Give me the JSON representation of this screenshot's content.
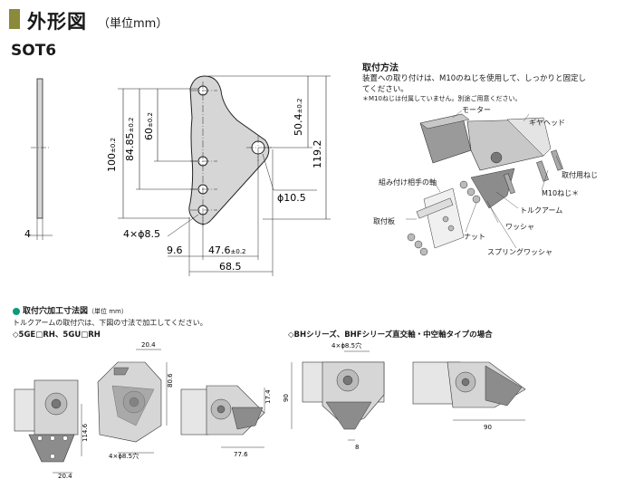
{
  "header": {
    "title": "外形図",
    "unit": "（単位mm）"
  },
  "model": "SOT6",
  "main_drawing": {
    "plate_thickness": "4",
    "dim_100": "100",
    "dim_100_tol": "±0.2",
    "dim_84_85": "84.85",
    "dim_84_85_tol": "±0.2",
    "dim_60": "60",
    "dim_60_tol": "±0.2",
    "dim_50_4": "50.4",
    "dim_50_4_tol": "±0.2",
    "dim_119_2": "119.2",
    "hole_phi": "ϕ10.5",
    "holes_4x": "4×ϕ8.5",
    "dim_9_6": "9.6",
    "dim_47_6": "47.6",
    "dim_47_6_tol": "±0.2",
    "dim_68_5": "68.5"
  },
  "mounting": {
    "title": "取付方法",
    "text_line1": "装置への取り付けは、M10のねじを使用して、しっかりと固定し",
    "text_line2": "てください。",
    "note": "＊M10ねじは付属していません。別途ご用意ください。",
    "labels": {
      "motor": "モーター",
      "gearhead": "ギヤヘッド",
      "mount_screw": "取付用ねじ",
      "m10_screw": "M10ねじ＊",
      "mating_shaft": "組み付け相手の軸",
      "torque_arm": "トルクアーム",
      "washer": "ワッシャ",
      "mount_plate": "取付板",
      "nut": "ナット",
      "spring_washer": "スプリングワッシャ"
    }
  },
  "hole_section": {
    "title": "取付穴加工寸法図",
    "unit": "（単位 mm）",
    "desc": "トルクアームの取付穴は、下図の寸法で加工してください。",
    "left_heading": "◇5GE□RH、5GU□RH",
    "right_heading": "◇BHシリーズ、BHFシリーズ直交軸・中空軸タイプの場合",
    "left_dims": {
      "d114_6": "114.6",
      "d20_4_a": "20.4",
      "d20_4_b": "20.4",
      "d80_6": "80.6",
      "holes": "4×ϕ8.5穴",
      "d17_4": "17.4",
      "d77_6": "77.6"
    },
    "right_dims": {
      "holes": "4×ϕ8.5穴",
      "d90_v": "90",
      "d8": "8",
      "d90_h": "90"
    }
  },
  "colors": {
    "title_block": "#8a8a3a",
    "part_fill": "#d6d6d6",
    "dark_fill": "#8c8c8c",
    "bullet": "#0a9b7a"
  }
}
